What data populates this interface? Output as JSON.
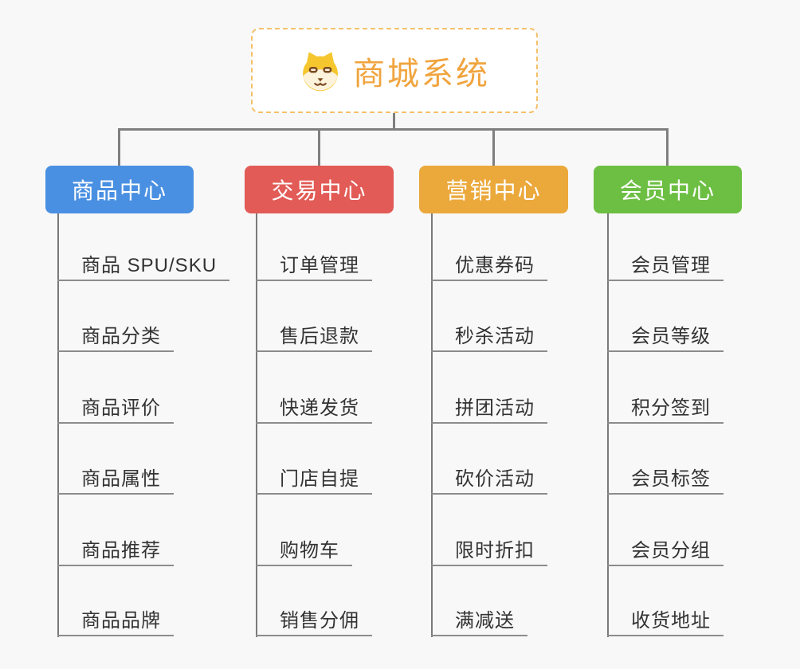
{
  "root": {
    "title": "商城系统",
    "icon": "dog-face-icon",
    "text_color": "#f0a43e",
    "border_color": "#f5c06b",
    "background": "#ffffff"
  },
  "connector_color": "#7f7f7f",
  "background_color": "#f8f8f8",
  "branches": [
    {
      "label": "商品中心",
      "color": "#4a90e2",
      "items": [
        "商品 SPU/SKU",
        "商品分类",
        "商品评价",
        "商品属性",
        "商品推荐",
        "商品品牌"
      ]
    },
    {
      "label": "交易中心",
      "color": "#e25b56",
      "items": [
        "订单管理",
        "售后退款",
        "快递发货",
        "门店自提",
        "购物车",
        "销售分佣"
      ]
    },
    {
      "label": "营销中心",
      "color": "#eba93c",
      "items": [
        "优惠券码",
        "秒杀活动",
        "拼团活动",
        "砍价活动",
        "限时折扣",
        "满减送"
      ]
    },
    {
      "label": "会员中心",
      "color": "#6dbf43",
      "items": [
        "会员管理",
        "会员等级",
        "积分签到",
        "会员标签",
        "会员分组",
        "收货地址"
      ]
    }
  ]
}
